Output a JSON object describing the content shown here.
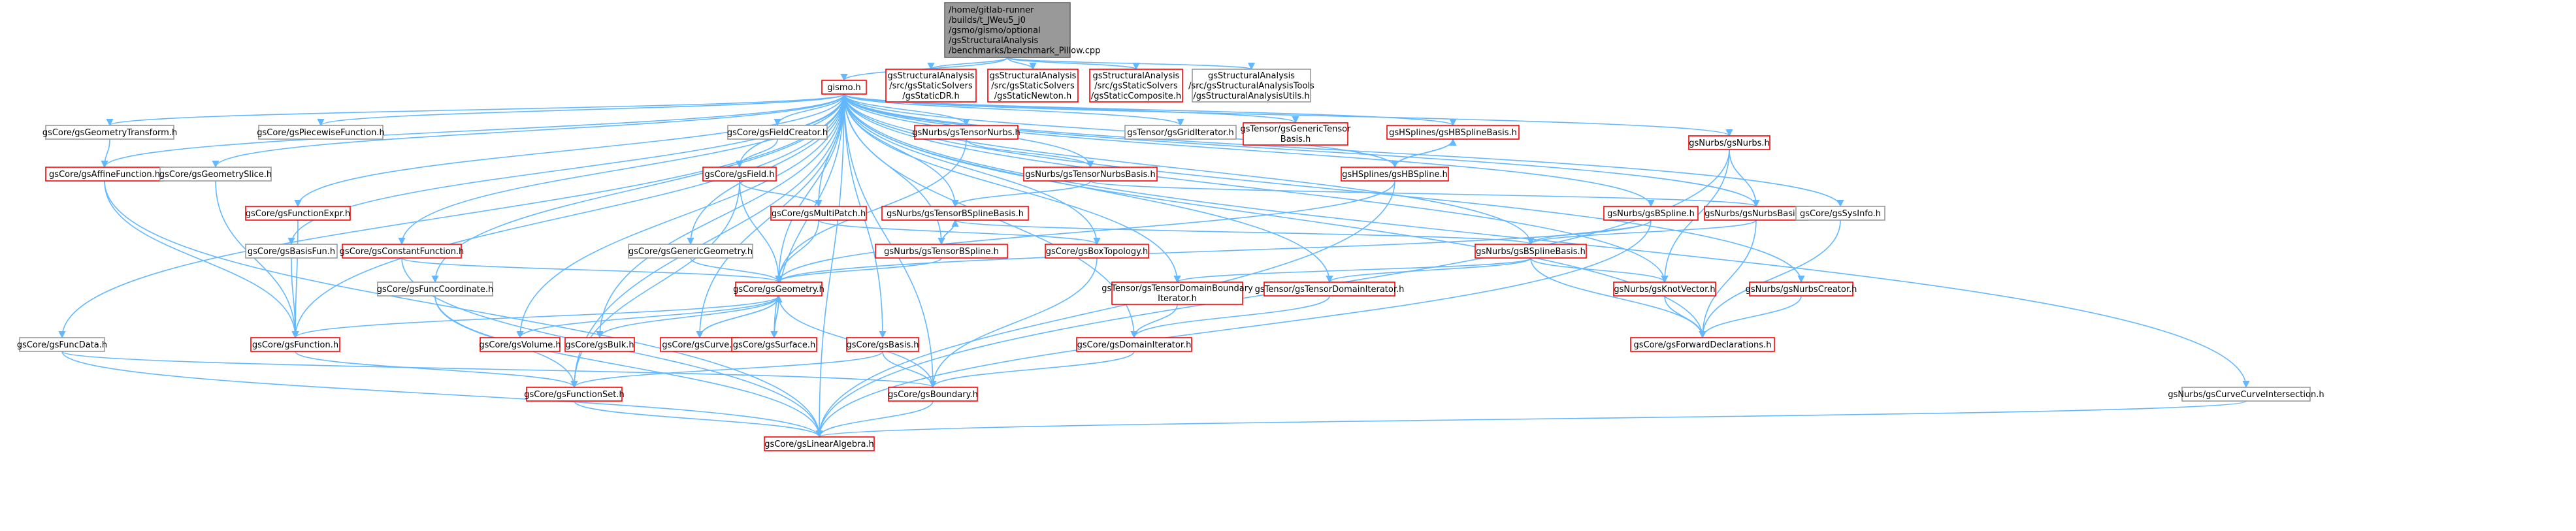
{
  "colors": {
    "root_fill": "#999999",
    "root_border": "#666666",
    "node_fill": "#ffffff",
    "red_border": "#ff0000",
    "gray_border": "#999999",
    "edge": "#63b8ff"
  },
  "nodes": [
    {
      "id": "root",
      "lines": [
        "/home/gitlab-runner",
        "/builds/t_JWeu5_j0",
        "/gsmo/gismo/optional",
        "/gsStructuralAnalysis",
        "/benchmarks/benchmark_Pillow.cpp"
      ],
      "kind": "root"
    },
    {
      "id": "gismo",
      "lines": [
        "gismo.h"
      ],
      "kind": "red"
    },
    {
      "id": "sdr",
      "lines": [
        "gsStructuralAnalysis",
        "/src/gsStaticSolvers",
        "/gsStaticDR.h"
      ],
      "kind": "red"
    },
    {
      "id": "snewton",
      "lines": [
        "gsStructuralAnalysis",
        "/src/gsStaticSolvers",
        "/gsStaticNewton.h"
      ],
      "kind": "red"
    },
    {
      "id": "scomp",
      "lines": [
        "gsStructuralAnalysis",
        "/src/gsStaticSolvers",
        "/gsStaticComposite.h"
      ],
      "kind": "red"
    },
    {
      "id": "sautils",
      "lines": [
        "gsStructuralAnalysis",
        "/src/gsStructuralAnalysisTools",
        "/gsStructuralAnalysisUtils.h"
      ],
      "kind": "gray"
    },
    {
      "id": "geomtrans",
      "lines": [
        "gsCore/gsGeometryTransform.h"
      ],
      "kind": "gray"
    },
    {
      "id": "piecewise",
      "lines": [
        "gsCore/gsPiecewiseFunction.h"
      ],
      "kind": "gray"
    },
    {
      "id": "fieldcreator",
      "lines": [
        "gsCore/gsFieldCreator.h"
      ],
      "kind": "gray"
    },
    {
      "id": "tensornurbs",
      "lines": [
        "gsNurbs/gsTensorNurbs.h"
      ],
      "kind": "red"
    },
    {
      "id": "griditer",
      "lines": [
        "gsTensor/gsGridIterator.h"
      ],
      "kind": "gray"
    },
    {
      "id": "gentensor",
      "lines": [
        "gsTensor/gsGenericTensor",
        "Basis.h"
      ],
      "kind": "red"
    },
    {
      "id": "hbsbasis",
      "lines": [
        "gsHSplines/gsHBSplineBasis.h"
      ],
      "kind": "red"
    },
    {
      "id": "nurbs",
      "lines": [
        "gsNurbs/gsNurbs.h"
      ],
      "kind": "red"
    },
    {
      "id": "affine",
      "lines": [
        "gsCore/gsAffineFunction.h"
      ],
      "kind": "red"
    },
    {
      "id": "geomslice",
      "lines": [
        "gsCore/gsGeometrySlice.h"
      ],
      "kind": "gray"
    },
    {
      "id": "field",
      "lines": [
        "gsCore/gsField.h"
      ],
      "kind": "red"
    },
    {
      "id": "tnbasis",
      "lines": [
        "gsNurbs/gsTensorNurbsBasis.h"
      ],
      "kind": "red"
    },
    {
      "id": "hbspline",
      "lines": [
        "gsHSplines/gsHBSpline.h"
      ],
      "kind": "red"
    },
    {
      "id": "funcexpr",
      "lines": [
        "gsCore/gsFunctionExpr.h"
      ],
      "kind": "red"
    },
    {
      "id": "multipatch",
      "lines": [
        "gsCore/gsMultiPatch.h"
      ],
      "kind": "red"
    },
    {
      "id": "tbsbasis",
      "lines": [
        "gsNurbs/gsTensorBSplineBasis.h"
      ],
      "kind": "red"
    },
    {
      "id": "bspline",
      "lines": [
        "gsNurbs/gsBSpline.h"
      ],
      "kind": "red"
    },
    {
      "id": "nurbsbasis",
      "lines": [
        "gsNurbs/gsNurbsBasis.h"
      ],
      "kind": "red"
    },
    {
      "id": "sysinfo",
      "lines": [
        "gsCore/gsSysInfo.h"
      ],
      "kind": "gray"
    },
    {
      "id": "basisfun",
      "lines": [
        "gsCore/gsBasisFun.h"
      ],
      "kind": "gray"
    },
    {
      "id": "constfunc",
      "lines": [
        "gsCore/gsConstantFunction.h"
      ],
      "kind": "red"
    },
    {
      "id": "genericgeom",
      "lines": [
        "gsCore/gsGenericGeometry.h"
      ],
      "kind": "gray"
    },
    {
      "id": "boxtopo",
      "lines": [
        "gsCore/gsBoxTopology.h"
      ],
      "kind": "red"
    },
    {
      "id": "tbspline",
      "lines": [
        "gsNurbs/gsTensorBSpline.h"
      ],
      "kind": "red"
    },
    {
      "id": "bsbasis",
      "lines": [
        "gsNurbs/gsBSplineBasis.h"
      ],
      "kind": "red"
    },
    {
      "id": "funccoord",
      "lines": [
        "gsCore/gsFuncCoordinate.h"
      ],
      "kind": "gray"
    },
    {
      "id": "geometry",
      "lines": [
        "gsCore/gsGeometry.h"
      ],
      "kind": "red"
    },
    {
      "id": "tdbiter",
      "lines": [
        "gsTensor/gsTensorDomainBoundary",
        "Iterator.h"
      ],
      "kind": "red"
    },
    {
      "id": "tditer",
      "lines": [
        "gsTensor/gsTensorDomainIterator.h"
      ],
      "kind": "red"
    },
    {
      "id": "knotvec",
      "lines": [
        "gsNurbs/gsKnotVector.h"
      ],
      "kind": "red"
    },
    {
      "id": "nurbscreator",
      "lines": [
        "gsNurbs/gsNurbsCreator.h"
      ],
      "kind": "red"
    },
    {
      "id": "funcdata",
      "lines": [
        "gsCore/gsFuncData.h"
      ],
      "kind": "gray"
    },
    {
      "id": "function",
      "lines": [
        "gsCore/gsFunction.h"
      ],
      "kind": "red"
    },
    {
      "id": "volume",
      "lines": [
        "gsCore/gsVolume.h"
      ],
      "kind": "red"
    },
    {
      "id": "bulk",
      "lines": [
        "gsCore/gsBulk.h"
      ],
      "kind": "red"
    },
    {
      "id": "curve",
      "lines": [
        "gsCore/gsCurve.h"
      ],
      "kind": "red"
    },
    {
      "id": "surface",
      "lines": [
        "gsCore/gsSurface.h"
      ],
      "kind": "red"
    },
    {
      "id": "basis",
      "lines": [
        "gsCore/gsBasis.h"
      ],
      "kind": "red"
    },
    {
      "id": "domiter",
      "lines": [
        "gsCore/gsDomainIterator.h"
      ],
      "kind": "red"
    },
    {
      "id": "fwddecl",
      "lines": [
        "gsCore/gsForwardDeclarations.h"
      ],
      "kind": "red"
    },
    {
      "id": "funcset",
      "lines": [
        "gsCore/gsFunctionSet.h"
      ],
      "kind": "red"
    },
    {
      "id": "boundary",
      "lines": [
        "gsCore/gsBoundary.h"
      ],
      "kind": "red"
    },
    {
      "id": "cci",
      "lines": [
        "gsNurbs/gsCurveCurveIntersection.h"
      ],
      "kind": "gray"
    },
    {
      "id": "linalg",
      "lines": [
        "gsCore/gsLinearAlgebra.h"
      ],
      "kind": "red"
    }
  ],
  "edges": [
    [
      "root",
      "gismo"
    ],
    [
      "root",
      "sdr"
    ],
    [
      "root",
      "snewton"
    ],
    [
      "root",
      "scomp"
    ],
    [
      "root",
      "sautils"
    ],
    [
      "gismo",
      "geomtrans"
    ],
    [
      "gismo",
      "piecewise"
    ],
    [
      "gismo",
      "fieldcreator"
    ],
    [
      "gismo",
      "tensornurbs"
    ],
    [
      "gismo",
      "griditer"
    ],
    [
      "gismo",
      "gentensor"
    ],
    [
      "gismo",
      "hbsbasis"
    ],
    [
      "gismo",
      "nurbs"
    ],
    [
      "gismo",
      "affine"
    ],
    [
      "gismo",
      "geomslice"
    ],
    [
      "gismo",
      "field"
    ],
    [
      "gismo",
      "tnbasis"
    ],
    [
      "gismo",
      "hbspline"
    ],
    [
      "gismo",
      "funcexpr"
    ],
    [
      "gismo",
      "multipatch"
    ],
    [
      "gismo",
      "tbsbasis"
    ],
    [
      "gismo",
      "bspline"
    ],
    [
      "gismo",
      "nurbsbasis"
    ],
    [
      "gismo",
      "sysinfo"
    ],
    [
      "gismo",
      "basisfun"
    ],
    [
      "gismo",
      "constfunc"
    ],
    [
      "gismo",
      "genericgeom"
    ],
    [
      "gismo",
      "boxtopo"
    ],
    [
      "gismo",
      "tbspline"
    ],
    [
      "gismo",
      "bsbasis"
    ],
    [
      "gismo",
      "funccoord"
    ],
    [
      "gismo",
      "geometry"
    ],
    [
      "gismo",
      "tdbiter"
    ],
    [
      "gismo",
      "tditer"
    ],
    [
      "gismo",
      "knotvec"
    ],
    [
      "gismo",
      "nurbscreator"
    ],
    [
      "gismo",
      "funcdata"
    ],
    [
      "gismo",
      "function"
    ],
    [
      "gismo",
      "volume"
    ],
    [
      "gismo",
      "bulk"
    ],
    [
      "gismo",
      "curve"
    ],
    [
      "gismo",
      "surface"
    ],
    [
      "gismo",
      "basis"
    ],
    [
      "gismo",
      "domiter"
    ],
    [
      "gismo",
      "fwddecl"
    ],
    [
      "gismo",
      "funcset"
    ],
    [
      "gismo",
      "boundary"
    ],
    [
      "gismo",
      "cci"
    ],
    [
      "gismo",
      "linalg"
    ],
    [
      "geomtrans",
      "affine"
    ],
    [
      "affine",
      "function"
    ],
    [
      "affine",
      "linalg"
    ],
    [
      "geomslice",
      "function"
    ],
    [
      "fieldcreator",
      "field"
    ],
    [
      "field",
      "multipatch"
    ],
    [
      "field",
      "geometry"
    ],
    [
      "field",
      "funcset"
    ],
    [
      "tensornurbs",
      "tnbasis"
    ],
    [
      "tensornurbs",
      "geometry"
    ],
    [
      "tnbasis",
      "tbsbasis"
    ],
    [
      "tnbasis",
      "nurbsbasis"
    ],
    [
      "hbsbasis",
      "hbspline"
    ],
    [
      "hbspline",
      "hbsbasis"
    ],
    [
      "hbspline",
      "geometry"
    ],
    [
      "hbspline",
      "linalg"
    ],
    [
      "nurbs",
      "nurbsbasis"
    ],
    [
      "nurbs",
      "knotvec"
    ],
    [
      "nurbs",
      "linalg"
    ],
    [
      "funcexpr",
      "function"
    ],
    [
      "multipatch",
      "geometry"
    ],
    [
      "multipatch",
      "boxtopo"
    ],
    [
      "tbsbasis",
      "tbspline"
    ],
    [
      "tbspline",
      "tbsbasis"
    ],
    [
      "tbsbasis",
      "bsbasis"
    ],
    [
      "tbspline",
      "geometry"
    ],
    [
      "bspline",
      "bsbasis"
    ],
    [
      "bspline",
      "geometry"
    ],
    [
      "bspline",
      "linalg"
    ],
    [
      "nurbsbasis",
      "bsbasis"
    ],
    [
      "nurbsbasis",
      "fwddecl"
    ],
    [
      "sysinfo",
      "fwddecl"
    ],
    [
      "basisfun",
      "function"
    ],
    [
      "constfunc",
      "geometry"
    ],
    [
      "constfunc",
      "linalg"
    ],
    [
      "genericgeom",
      "geometry"
    ],
    [
      "boxtopo",
      "boundary"
    ],
    [
      "bsbasis",
      "tdbiter"
    ],
    [
      "bsbasis",
      "tditer"
    ],
    [
      "bsbasis",
      "knotvec"
    ],
    [
      "bsbasis",
      "fwddecl"
    ],
    [
      "funccoord",
      "funcset"
    ],
    [
      "funccoord",
      "linalg"
    ],
    [
      "geometry",
      "function"
    ],
    [
      "geometry",
      "volume"
    ],
    [
      "geometry",
      "bulk"
    ],
    [
      "geometry",
      "curve"
    ],
    [
      "geometry",
      "surface"
    ],
    [
      "geometry",
      "boundary"
    ],
    [
      "curve",
      "geometry"
    ],
    [
      "surface",
      "geometry"
    ],
    [
      "tdbiter",
      "domiter"
    ],
    [
      "tditer",
      "domiter"
    ],
    [
      "knotvec",
      "fwddecl"
    ],
    [
      "nurbscreator",
      "fwddecl"
    ],
    [
      "funcdata",
      "boundary"
    ],
    [
      "funcdata",
      "linalg"
    ],
    [
      "function",
      "funcset"
    ],
    [
      "basis",
      "funcset"
    ],
    [
      "basis",
      "boundary"
    ],
    [
      "domiter",
      "boundary"
    ],
    [
      "funcset",
      "linalg"
    ],
    [
      "boundary",
      "linalg"
    ],
    [
      "cci",
      "linalg"
    ]
  ]
}
